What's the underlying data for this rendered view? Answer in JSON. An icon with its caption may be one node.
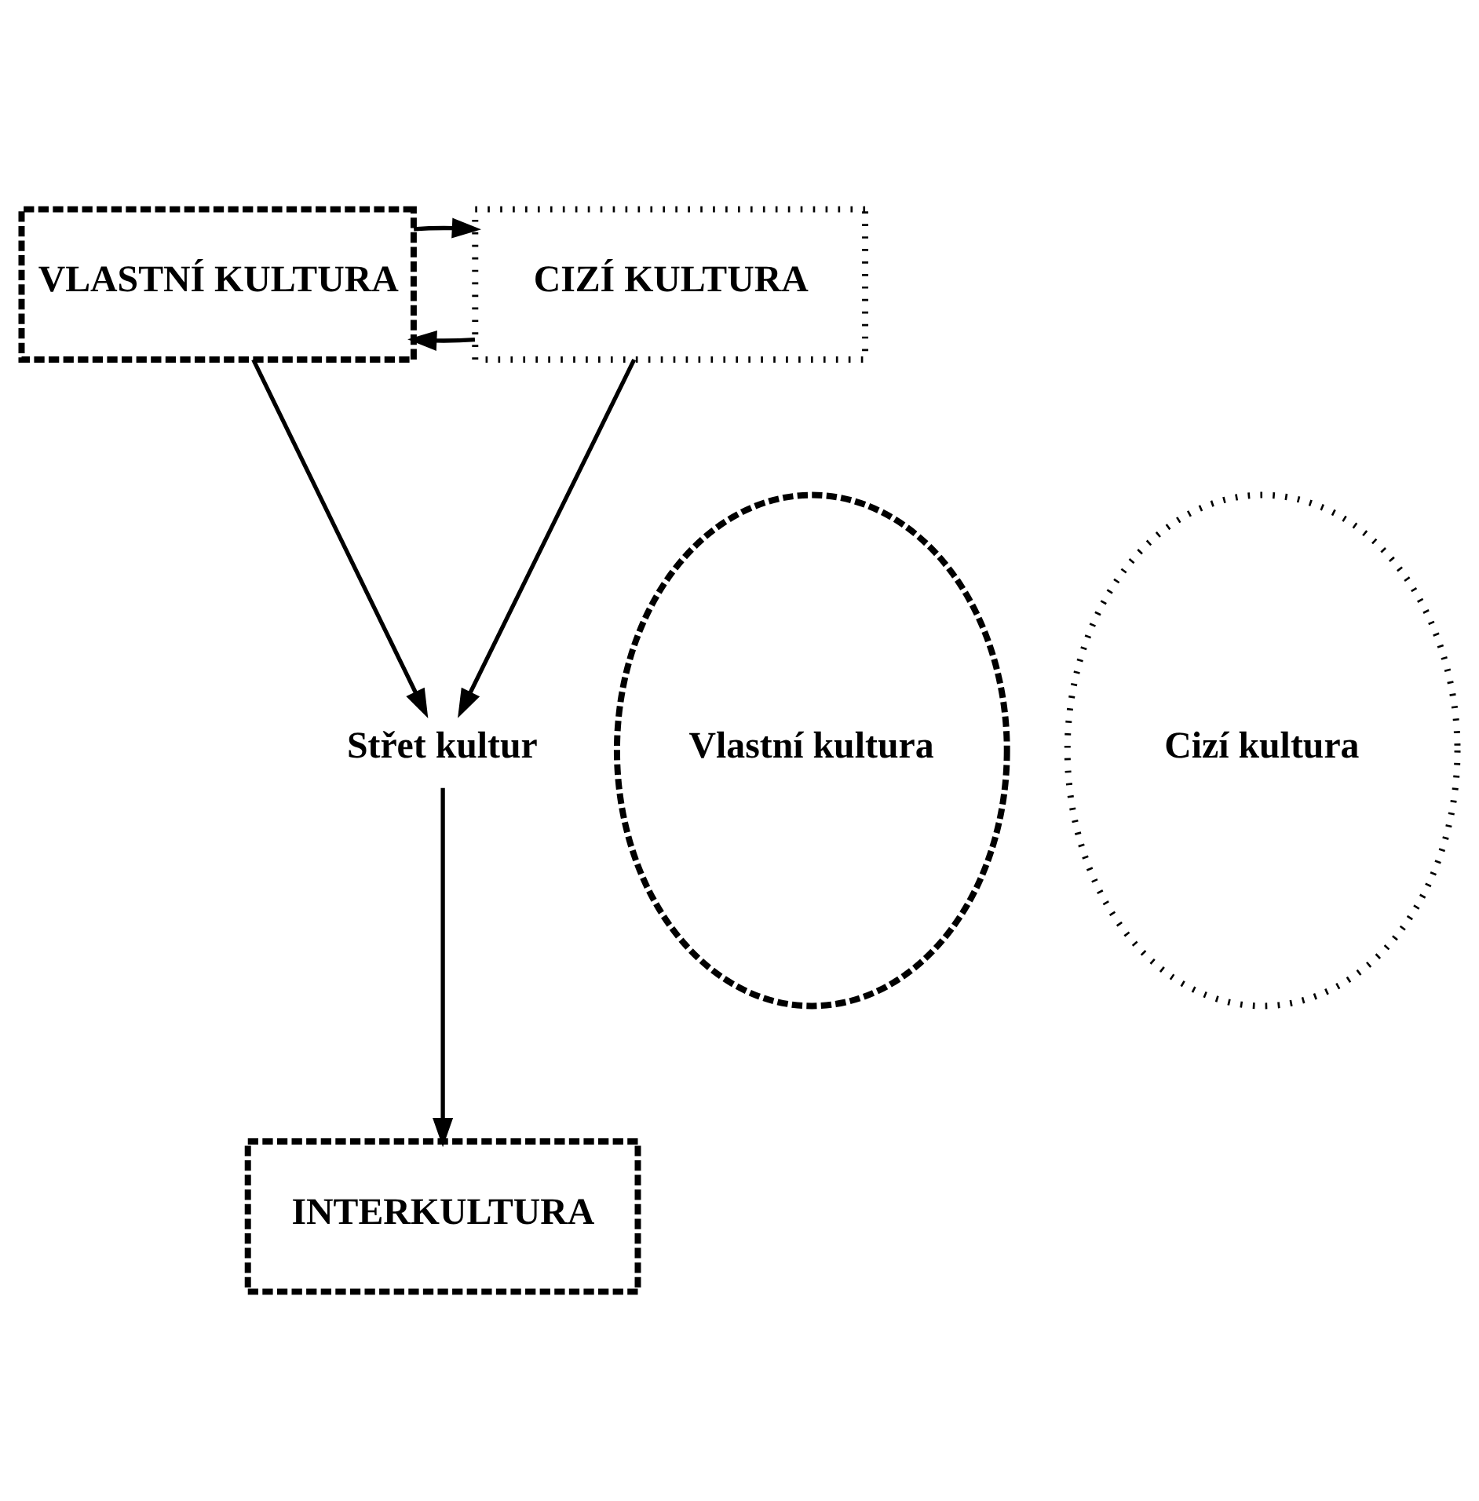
{
  "diagram": {
    "nodes": [
      {
        "text": [
          "VLASTNÍ KULTURA"
        ]
      },
      {
        "text": [
          "CIZÍ KULTURA"
        ]
      },
      {
        "text": [
          "Vlastní kultura"
        ]
      },
      {
        "text": [
          "Cizí kultura"
        ]
      },
      {
        "text": [
          "Střet kultur"
        ]
      },
      {
        "text": [
          "INTERKULTURA"
        ]
      }
    ],
    "edges": [
      {
        "from": 1,
        "to": 0,
        "arrow": "to"
      },
      {
        "from": 0,
        "to": 1,
        "arrow": "to"
      },
      {
        "from": 0,
        "to": 4,
        "arrow": "to"
      },
      {
        "from": 1,
        "to": 4,
        "arrow": "to"
      },
      {
        "from": 4,
        "to": 5,
        "arrow": "to"
      }
    ]
  }
}
